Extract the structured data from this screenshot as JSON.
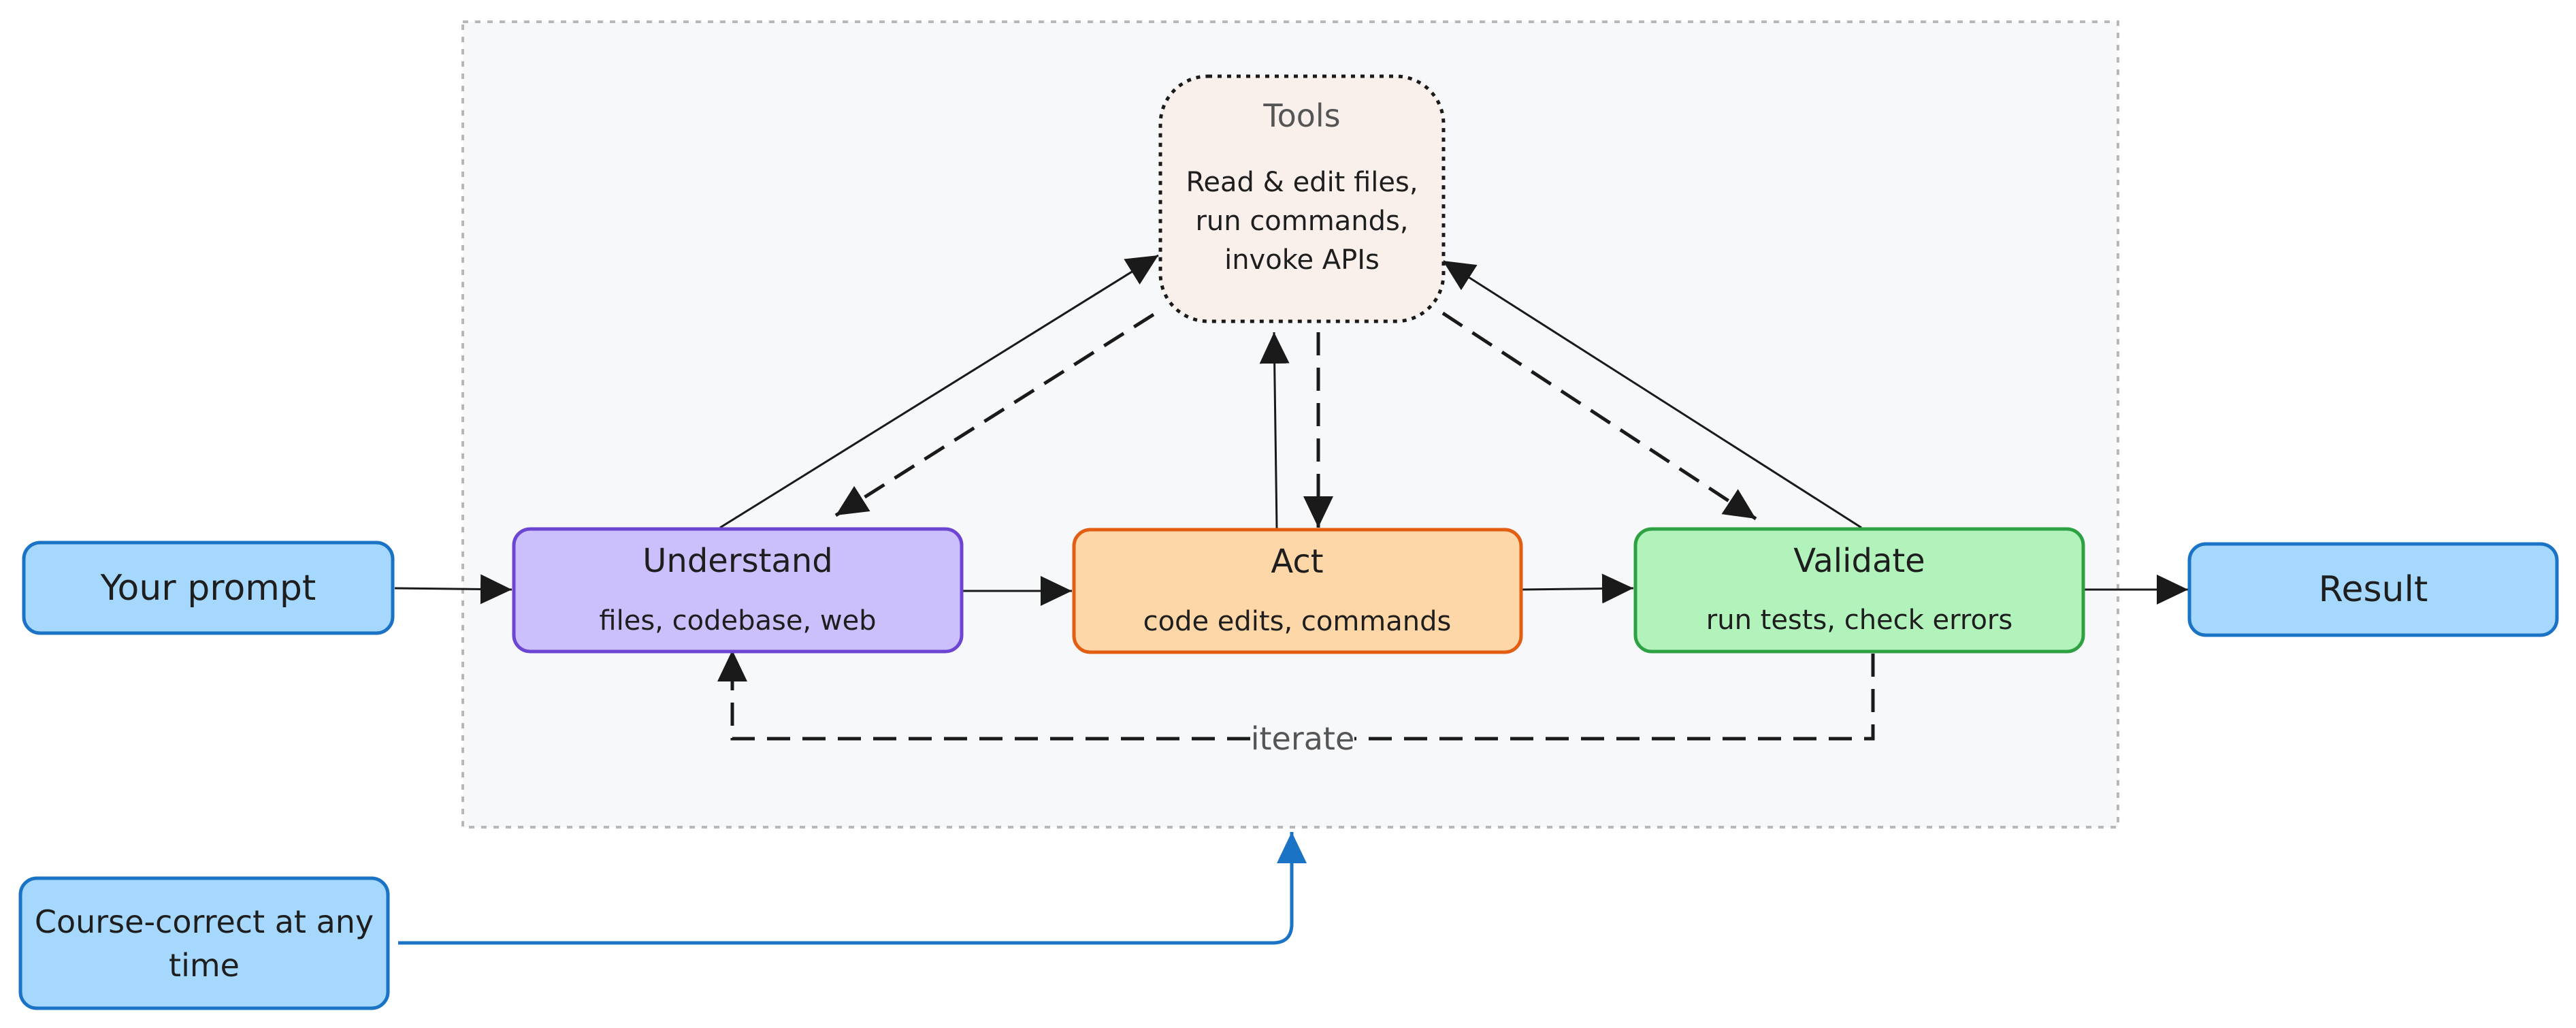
{
  "nodes": {
    "prompt": {
      "label": "Your prompt"
    },
    "understand": {
      "title": "Understand",
      "subtitle": "files, codebase, web"
    },
    "act": {
      "title": "Act",
      "subtitle": "code edits, commands"
    },
    "validate": {
      "title": "Validate",
      "subtitle": "run tests, check errors"
    },
    "result": {
      "label": "Result"
    },
    "tools": {
      "title": "Tools",
      "line1": "Read & edit files,",
      "line2": "run commands,",
      "line3": "invoke APIs"
    },
    "course_correct": {
      "line1": "Course-correct at any",
      "line2": "time"
    }
  },
  "edges": {
    "iterate_label": "iterate"
  },
  "colors": {
    "loop_fill": "#f7f8fa",
    "loop_border": "#b8b8b8",
    "blue_fill": "#a6d8fd",
    "blue_border": "#1a73c5",
    "purple_fill": "#ccc0fc",
    "purple_border": "#6c45d2",
    "orange_fill": "#fed7a8",
    "orange_border": "#e25e13",
    "green_fill": "#b2f3bc",
    "green_border": "#2ea243",
    "tools_fill": "#f9f0ec",
    "arrow": "#1a1a1a",
    "text": "#1e1e1e",
    "muted_text": "#555555"
  }
}
